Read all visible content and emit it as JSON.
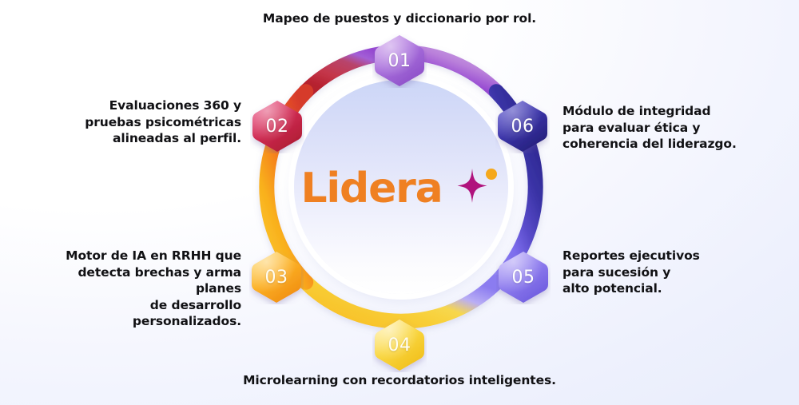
{
  "background": {
    "from": "#ffffff",
    "to": "#eaeefc"
  },
  "center": {
    "brand_name": "Lidera",
    "brand_color": "#ef8022",
    "mark": {
      "star_name": "four-point-star",
      "star_color": "#b0137d",
      "dot_name": "gold-dot",
      "dot_color": "#f5a81c"
    },
    "disc_from": "#ccd6f7",
    "disc_to": "#ffffff"
  },
  "ring": {
    "stops": [
      {
        "at": "01-top",
        "color": "#a35fd6"
      },
      {
        "at": "01-to-06",
        "color": "#c08ddc"
      },
      {
        "at": "06",
        "color": "#2f2a90"
      },
      {
        "at": "06-to-05",
        "color": "#3b35a6"
      },
      {
        "at": "05",
        "color": "#7a6ae8"
      },
      {
        "at": "05-to-04",
        "color": "#8b7bf0"
      },
      {
        "at": "04",
        "color": "#f6d33f"
      },
      {
        "at": "04-to-03",
        "color": "#f9c32a"
      },
      {
        "at": "03",
        "color": "#f79a1b"
      },
      {
        "at": "03-to-02",
        "color": "#ef5a22"
      },
      {
        "at": "02",
        "color": "#b5202e"
      },
      {
        "at": "02-to-01",
        "color": "#c4364a"
      }
    ]
  },
  "nodes": [
    {
      "id": "01",
      "number": "01",
      "color_from": "#b57ae0",
      "color_to": "#8d4fc9",
      "label": "Mapeo de puestos y diccionario por rol."
    },
    {
      "id": "02",
      "number": "02",
      "color_from": "#e2386f",
      "color_to": "#b71f35",
      "label": "Evaluaciones 360 y\npruebas psicométricas\nalineadas al perfil."
    },
    {
      "id": "03",
      "number": "03",
      "color_from": "#ffc43c",
      "color_to": "#f08a12",
      "label": "Motor de IA en RRHH que\ndetecta brechas y arma planes\nde desarrollo personalizados."
    },
    {
      "id": "04",
      "number": "04",
      "color_from": "#fde373",
      "color_to": "#f4c421",
      "label": "Microlearning con recordatorios inteligentes."
    },
    {
      "id": "05",
      "number": "05",
      "color_from": "#a596f5",
      "color_to": "#6d5ce0",
      "label": "Reportes ejecutivos\npara sucesión y\nalto potencial."
    },
    {
      "id": "06",
      "number": "06",
      "color_from": "#4a44c0",
      "color_to": "#241f7d",
      "label": "Módulo de integridad\npara evaluar ética y\ncoherencia del liderazgo."
    }
  ]
}
